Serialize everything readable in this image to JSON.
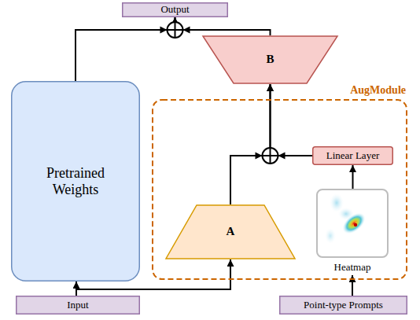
{
  "diagram": {
    "nodes": [
      {
        "text": [
          "Output"
        ]
      },
      {
        "text": [
          "B"
        ]
      },
      {
        "text": [
          "Pretrained Weights"
        ]
      },
      {
        "text": [
          "AugModule"
        ]
      },
      {
        "text": [
          "Linear Layer"
        ],
        "in": 3
      },
      {
        "text": [
          "A"
        ],
        "in": 3
      },
      {
        "text": [
          "Heatmap"
        ],
        "in": 3
      },
      {
        "text": [
          "Input"
        ]
      },
      {
        "text": [
          "Point-type Prompts"
        ]
      }
    ],
    "edges": [
      {
        "from": 2,
        "to": 0,
        "arrow": "to"
      },
      {
        "from": 1,
        "to": 0,
        "arrow": "to"
      },
      {
        "from": 5,
        "to": 1,
        "arrow": "to"
      },
      {
        "from": 4,
        "to": 1,
        "arrow": "to"
      },
      {
        "from": 6,
        "to": 4,
        "arrow": "to"
      },
      {
        "from": 7,
        "to": 2,
        "arrow": "to"
      },
      {
        "from": 7,
        "to": 5,
        "arrow": "to"
      },
      {
        "from": 8,
        "to": 6,
        "arrow": "to"
      }
    ]
  }
}
